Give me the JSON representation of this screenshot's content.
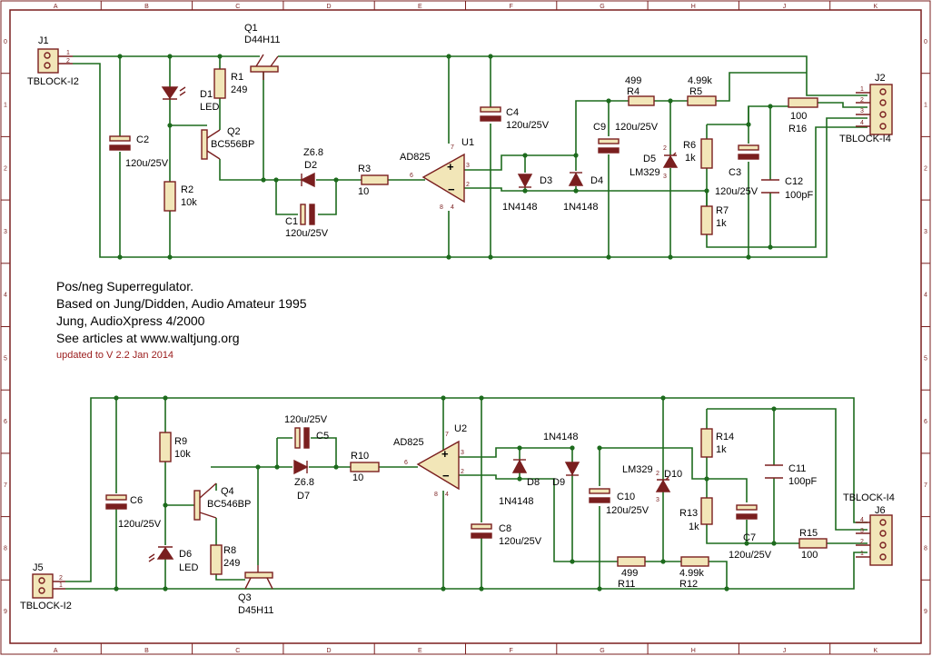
{
  "sheet": {
    "cols": [
      "A",
      "B",
      "C",
      "D",
      "E",
      "F",
      "G",
      "H",
      "J",
      "K"
    ],
    "rows": [
      "0",
      "1",
      "2",
      "3",
      "4",
      "5",
      "6",
      "7",
      "8",
      "9"
    ]
  },
  "notes": {
    "l1": "Pos/neg Superregulator.",
    "l2": "Based on Jung/Didden, Audio Amateur 1995",
    "l3": "Jung, AudioXpress 4/2000",
    "l4": "See articles at www.waltjung.org",
    "l5": "updated to V 2.2 Jan 2014"
  },
  "parts": {
    "J1": {
      "ref": "J1",
      "val": "TBLOCK-I2"
    },
    "J2": {
      "ref": "J2",
      "val": "TBLOCK-I4"
    },
    "J5": {
      "ref": "J5",
      "val": "TBLOCK-I2"
    },
    "J6": {
      "ref": "J6",
      "val": "TBLOCK-I4"
    },
    "Q1": {
      "ref": "Q1",
      "val": "D44H11"
    },
    "Q2": {
      "ref": "Q2",
      "val": "BC556BP"
    },
    "Q3": {
      "ref": "Q3",
      "val": "D45H11"
    },
    "Q4": {
      "ref": "Q4",
      "val": "BC546BP"
    },
    "U1": {
      "ref": "U1",
      "val": "AD825"
    },
    "U2": {
      "ref": "U2",
      "val": "AD825"
    },
    "R1": {
      "ref": "R1",
      "val": "249"
    },
    "R2": {
      "ref": "R2",
      "val": "10k"
    },
    "R3": {
      "ref": "R3",
      "val": "10"
    },
    "R4": {
      "ref": "R4",
      "val": "499"
    },
    "R5": {
      "ref": "R5",
      "val": "4.99k"
    },
    "R6": {
      "ref": "R6",
      "val": "1k"
    },
    "R7": {
      "ref": "R7",
      "val": "1k"
    },
    "R8": {
      "ref": "R8",
      "val": "249"
    },
    "R9": {
      "ref": "R9",
      "val": "10k"
    },
    "R10": {
      "ref": "R10",
      "val": "10"
    },
    "R11": {
      "ref": "R11",
      "val": "499"
    },
    "R12": {
      "ref": "R12",
      "val": "4.99k"
    },
    "R13": {
      "ref": "R13",
      "val": "1k"
    },
    "R14": {
      "ref": "R14",
      "val": "1k"
    },
    "R15": {
      "ref": "R15",
      "val": "100"
    },
    "R16": {
      "ref": "R16",
      "val": "100"
    },
    "C1": {
      "ref": "C1",
      "val": "120u/25V"
    },
    "C2": {
      "ref": "C2",
      "val": "120u/25V"
    },
    "C3": {
      "ref": "C3",
      "val": "120u/25V"
    },
    "C4": {
      "ref": "C4",
      "val": "120u/25V"
    },
    "C5": {
      "ref": "C5",
      "val": "120u/25V"
    },
    "C6": {
      "ref": "C6",
      "val": "120u/25V"
    },
    "C7": {
      "ref": "C7",
      "val": "120u/25V"
    },
    "C8": {
      "ref": "C8",
      "val": "120u/25V"
    },
    "C9": {
      "ref": "C9",
      "val": "120u/25V"
    },
    "C10": {
      "ref": "C10",
      "val": "120u/25V"
    },
    "C11": {
      "ref": "C11",
      "val": "100pF"
    },
    "C12": {
      "ref": "C12",
      "val": "100pF"
    },
    "D1": {
      "ref": "D1",
      "val": "LED"
    },
    "D2": {
      "ref": "D2",
      "val": "Z6.8"
    },
    "D3": {
      "ref": "D3",
      "val": "1N4148"
    },
    "D4": {
      "ref": "D4",
      "val": "1N4148"
    },
    "D5": {
      "ref": "D5",
      "val": "LM329"
    },
    "D6": {
      "ref": "D6",
      "val": "LED"
    },
    "D7": {
      "ref": "D7",
      "val": "Z6.8"
    },
    "D8": {
      "ref": "D8",
      "val": "1N4148"
    },
    "D9": {
      "ref": "D9",
      "val": "1N4148"
    },
    "D10": {
      "ref": "D10",
      "val": "LM329"
    }
  }
}
